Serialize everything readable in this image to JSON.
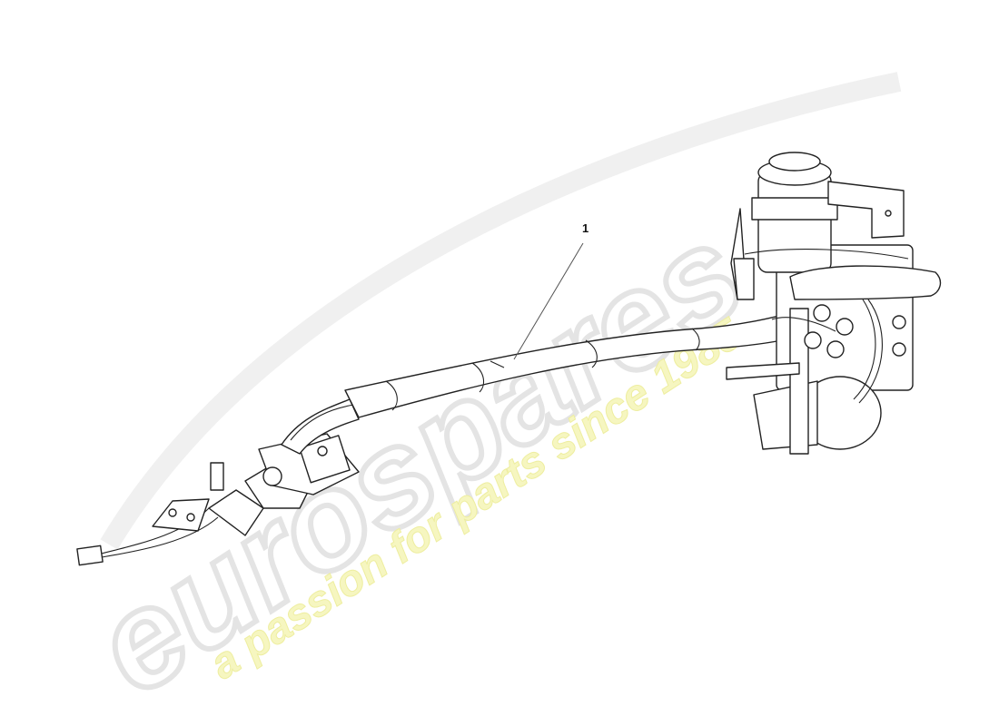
{
  "diagram": {
    "callouts": [
      {
        "label": "1"
      }
    ]
  },
  "watermark": {
    "brand": "eurospares",
    "tagline": "a passion for parts since 1985",
    "brand_color": "#e8e8e8",
    "tagline_color": "#f4f4b0"
  }
}
